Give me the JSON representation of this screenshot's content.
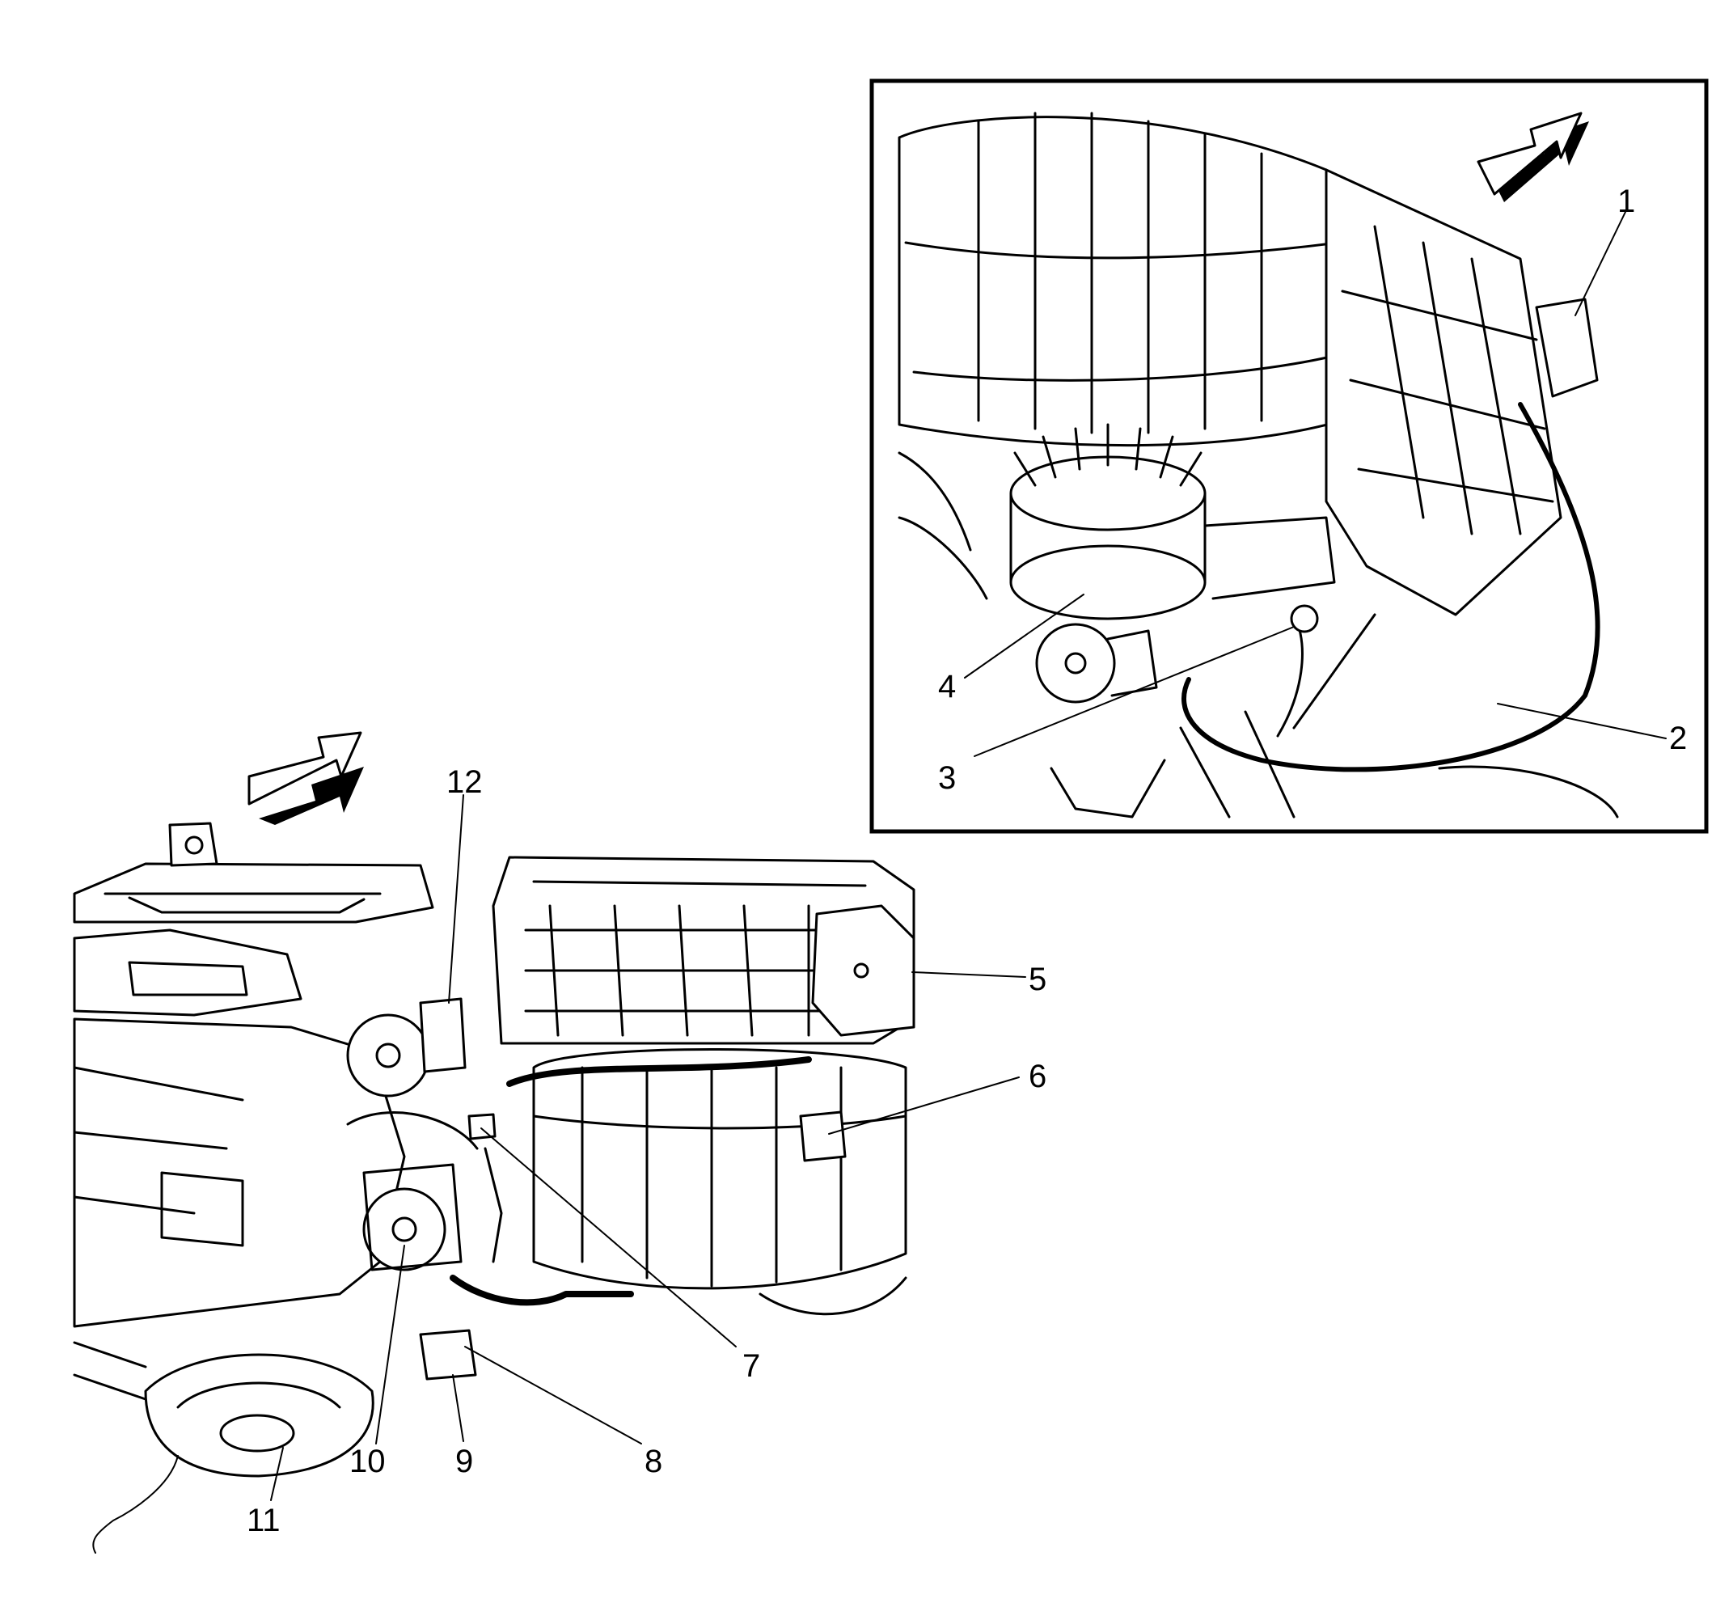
{
  "callouts": [
    {
      "id": "1",
      "text": "1"
    },
    {
      "id": "2",
      "text": "2"
    },
    {
      "id": "3",
      "text": "3"
    },
    {
      "id": "4",
      "text": "4"
    },
    {
      "id": "5",
      "text": "5"
    },
    {
      "id": "6",
      "text": "6"
    },
    {
      "id": "7",
      "text": "7"
    },
    {
      "id": "8",
      "text": "8"
    },
    {
      "id": "9",
      "text": "9"
    },
    {
      "id": "10",
      "text": "10"
    },
    {
      "id": "11",
      "text": "11"
    },
    {
      "id": "12",
      "text": "12"
    }
  ],
  "colors": {
    "line": "#000000",
    "background": "#ffffff",
    "arrow_fill": "#ffffff",
    "arrow_shadow": "#000000"
  },
  "icons": {
    "direction_arrow": "forward-arrow-icon"
  }
}
